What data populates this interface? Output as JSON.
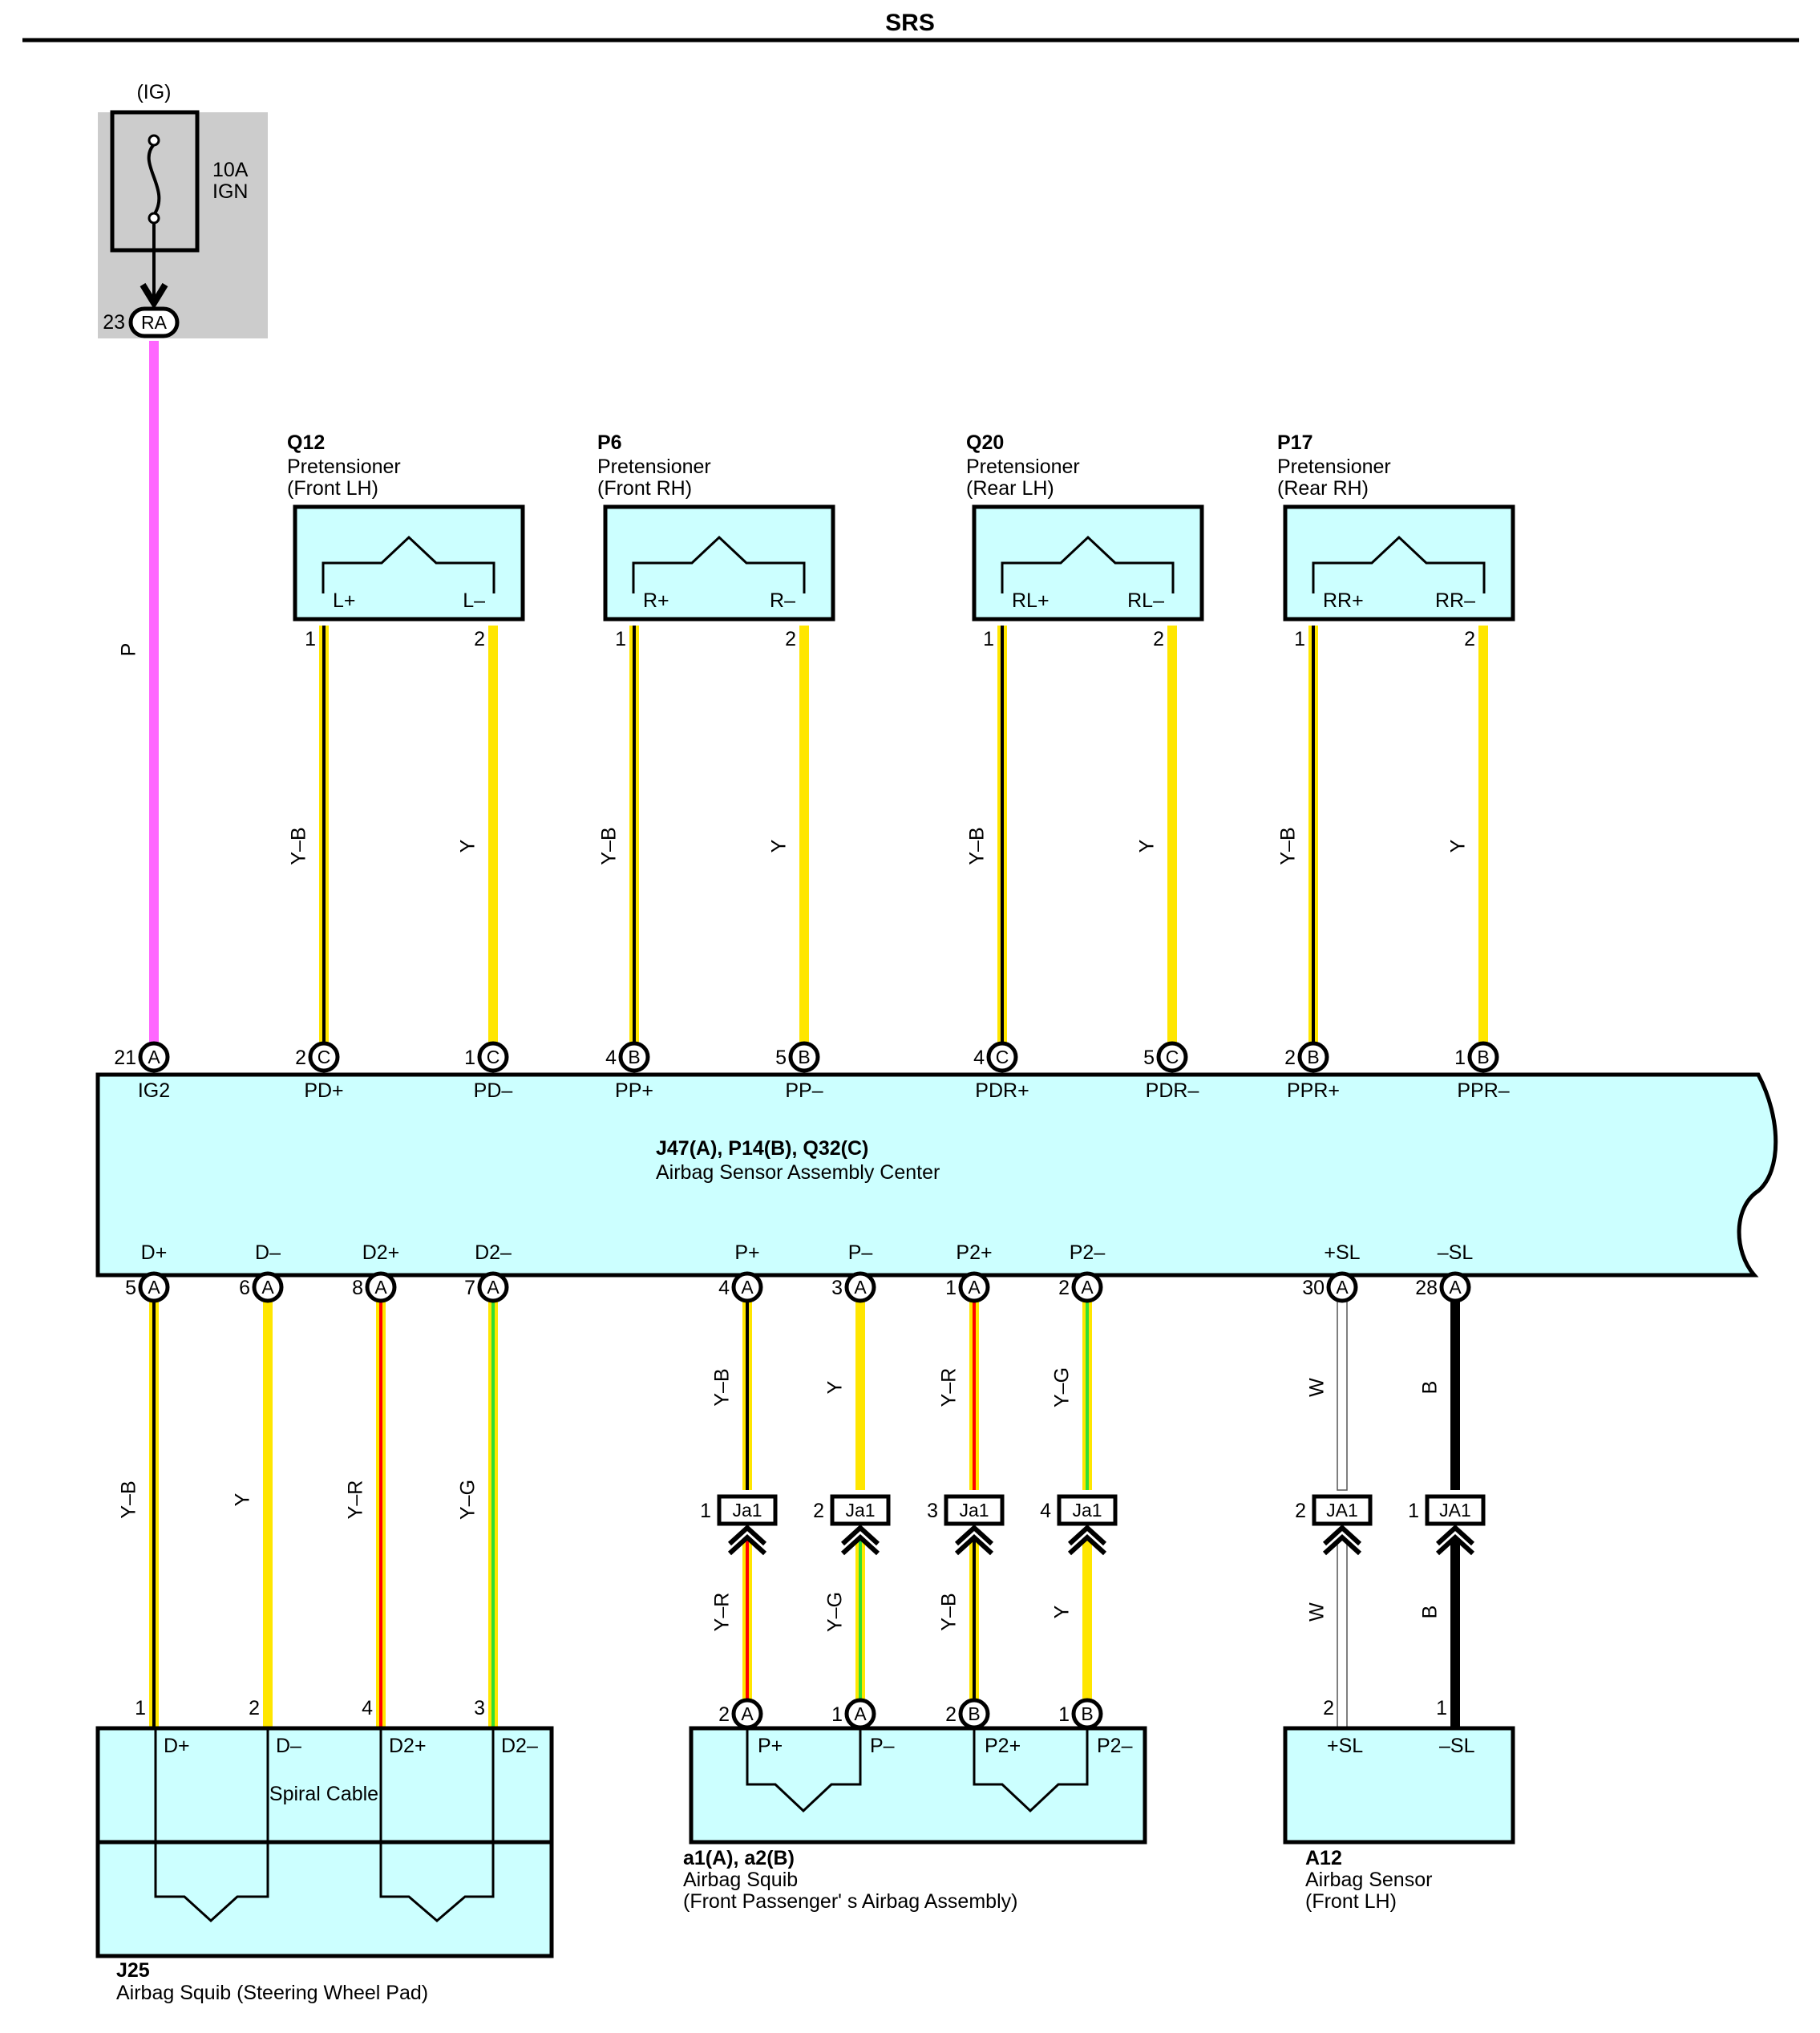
{
  "title": "SRS",
  "colors": {
    "P": "#ff66ff",
    "Y": "#ffe600",
    "B": "#000000",
    "R": "#ff0000",
    "G": "#33dd33",
    "W": "#ffffff",
    "component_fill": "#ccffff",
    "fuse_box": "#cccccc"
  },
  "fuse": {
    "supply": "(IG)",
    "rating": "10A",
    "name": "IGN",
    "conn_pin": "23",
    "conn": "RA",
    "wire_color": "P"
  },
  "center": {
    "id": "J47(A), P14(B), Q32(C)",
    "name": "Airbag Sensor Assembly Center",
    "top_pins": [
      {
        "pin": "21",
        "conn": "A",
        "label": "IG2",
        "wire": "P"
      },
      {
        "pin": "2",
        "conn": "C",
        "label": "PD+",
        "wire": "Y–B"
      },
      {
        "pin": "1",
        "conn": "C",
        "label": "PD–",
        "wire": "Y"
      },
      {
        "pin": "4",
        "conn": "B",
        "label": "PP+",
        "wire": "Y–B"
      },
      {
        "pin": "5",
        "conn": "B",
        "label": "PP–",
        "wire": "Y"
      },
      {
        "pin": "4",
        "conn": "C",
        "label": "PDR+",
        "wire": "Y–B"
      },
      {
        "pin": "5",
        "conn": "C",
        "label": "PDR–",
        "wire": "Y"
      },
      {
        "pin": "2",
        "conn": "B",
        "label": "PPR+",
        "wire": "Y–B"
      },
      {
        "pin": "1",
        "conn": "B",
        "label": "PPR–",
        "wire": "Y"
      }
    ],
    "bottom_pins": [
      {
        "pin": "5",
        "conn": "A",
        "label": "D+",
        "wire": "Y–B"
      },
      {
        "pin": "6",
        "conn": "A",
        "label": "D–",
        "wire": "Y"
      },
      {
        "pin": "8",
        "conn": "A",
        "label": "D2+",
        "wire": "Y–R"
      },
      {
        "pin": "7",
        "conn": "A",
        "label": "D2–",
        "wire": "Y–G"
      },
      {
        "pin": "4",
        "conn": "A",
        "label": "P+",
        "wire": "Y–B"
      },
      {
        "pin": "3",
        "conn": "A",
        "label": "P–",
        "wire": "Y"
      },
      {
        "pin": "1",
        "conn": "A",
        "label": "P2+",
        "wire": "Y–R"
      },
      {
        "pin": "2",
        "conn": "A",
        "label": "P2–",
        "wire": "Y–G"
      },
      {
        "pin": "30",
        "conn": "A",
        "label": "+SL",
        "wire": "W"
      },
      {
        "pin": "28",
        "conn": "A",
        "label": "–SL",
        "wire": "B"
      }
    ]
  },
  "pretensioners": [
    {
      "id": "Q12",
      "name": "Pretensioner",
      "location": "(Front LH)",
      "plus": "L+",
      "minus": "L–",
      "pin_plus": "1",
      "pin_minus": "2"
    },
    {
      "id": "P6",
      "name": "Pretensioner",
      "location": "(Front RH)",
      "plus": "R+",
      "minus": "R–",
      "pin_plus": "1",
      "pin_minus": "2"
    },
    {
      "id": "Q20",
      "name": "Pretensioner",
      "location": "(Rear LH)",
      "plus": "RL+",
      "minus": "RL–",
      "pin_plus": "1",
      "pin_minus": "2"
    },
    {
      "id": "P17",
      "name": "Pretensioner",
      "location": "(Rear RH)",
      "plus": "RR+",
      "minus": "RR–",
      "pin_plus": "1",
      "pin_minus": "2"
    }
  ],
  "junctions": [
    {
      "pin": "1",
      "name": "Ja1",
      "wire_below": "Y–R"
    },
    {
      "pin": "2",
      "name": "Ja1",
      "wire_below": "Y–G"
    },
    {
      "pin": "3",
      "name": "Ja1",
      "wire_below": "Y–B"
    },
    {
      "pin": "4",
      "name": "Ja1",
      "wire_below": "Y"
    },
    {
      "pin": "2",
      "name": "JA1",
      "wire_below": "W"
    },
    {
      "pin": "1",
      "name": "JA1",
      "wire_below": "B"
    }
  ],
  "spiral": {
    "name": "Spiral Cable",
    "terminals": [
      "D+",
      "D–",
      "D2+",
      "D2–"
    ],
    "pins": [
      "1",
      "2",
      "4",
      "3"
    ],
    "id": "J25",
    "desc": "Airbag Squib (Steering Wheel Pad)"
  },
  "passenger": {
    "terminals": [
      "P+",
      "P–",
      "P2+",
      "P2–"
    ],
    "pins": [
      {
        "pin": "2",
        "conn": "A"
      },
      {
        "pin": "1",
        "conn": "A"
      },
      {
        "pin": "2",
        "conn": "B"
      },
      {
        "pin": "1",
        "conn": "B"
      }
    ],
    "id": "a1(A), a2(B)",
    "desc": "Airbag Squib",
    "desc2": "(Front Passenger' s Airbag Assembly)"
  },
  "sensor": {
    "terminals": [
      "+SL",
      "–SL"
    ],
    "pins": [
      "2",
      "1"
    ],
    "id": "A12",
    "desc": "Airbag Sensor",
    "desc2": "(Front LH)"
  }
}
